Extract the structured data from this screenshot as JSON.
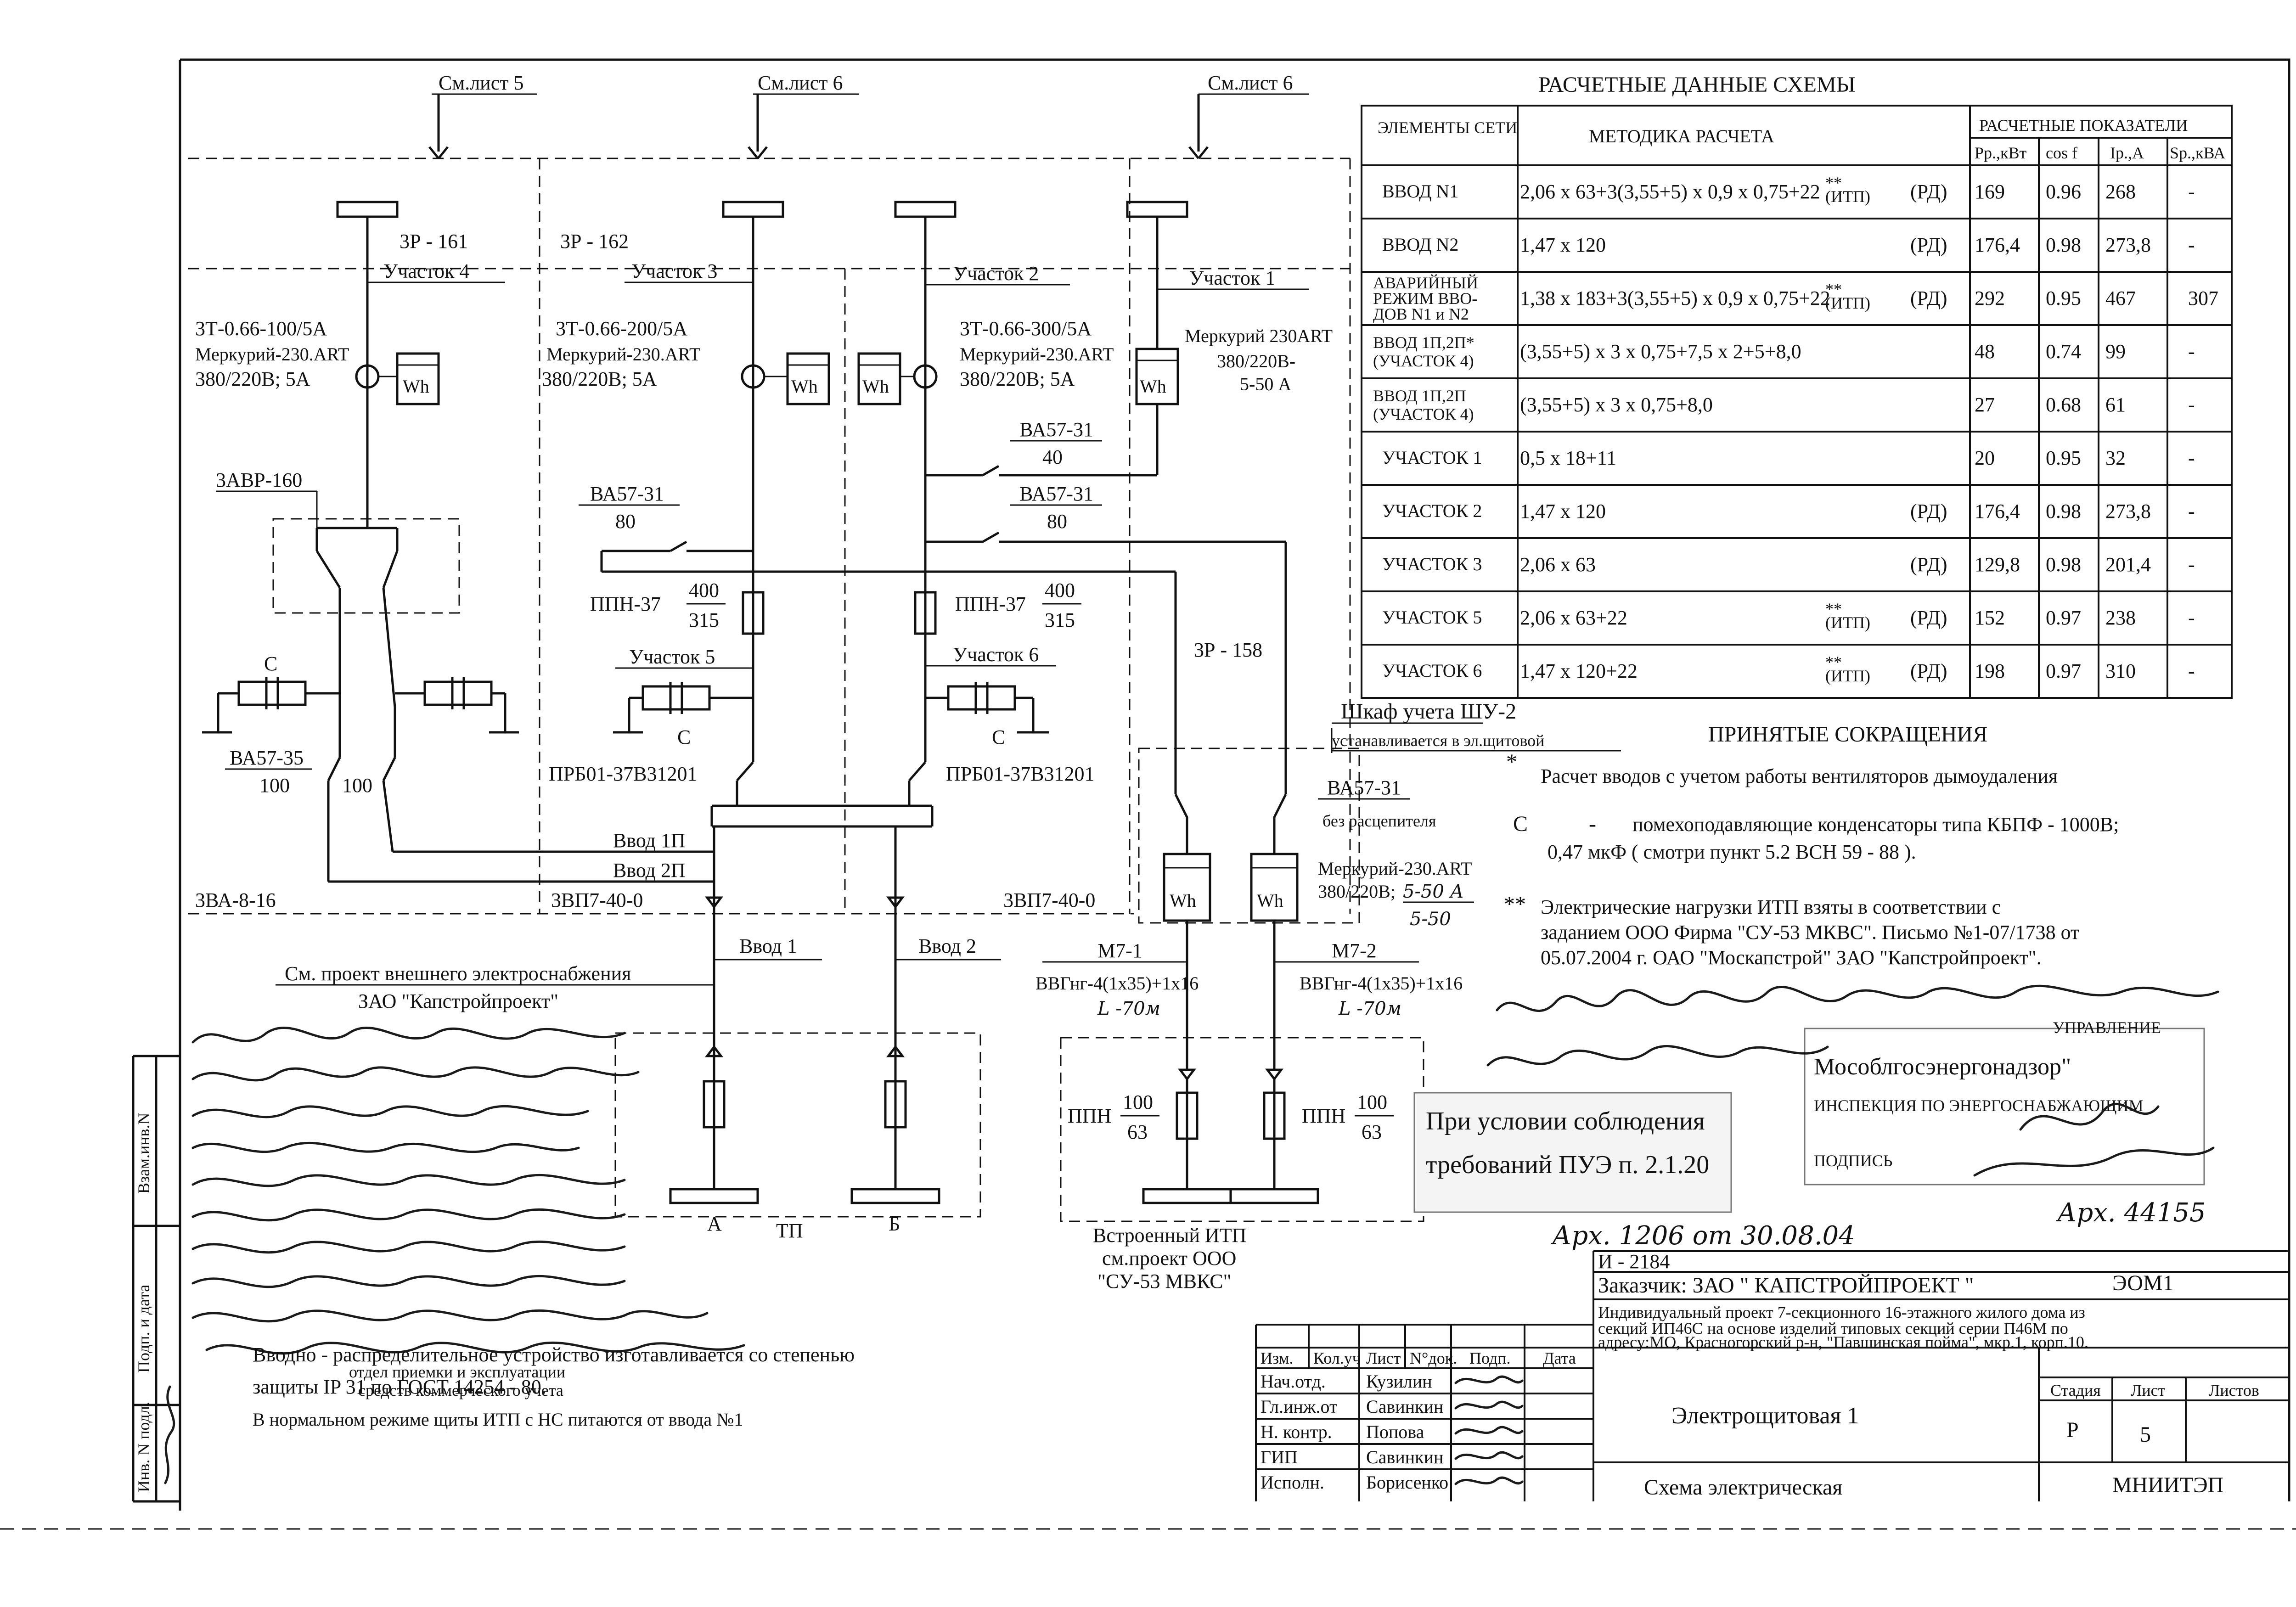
{
  "sheet_refs": {
    "top_left": "См.лист 5",
    "top_mid": "См.лист 6",
    "top_right": "См.лист 6"
  },
  "breakers": {
    "zr161": "3Р - 161",
    "zr162": "3Р - 162",
    "zr158": "3Р - 158",
    "zavr": "3АВР-160",
    "va5731_a": "ВА57-31",
    "va5731_a_val": "40",
    "va5731_b": "ВА57-31",
    "va5731_b_val": "80",
    "va5731_c": "ВА57-31",
    "va5731_c_val": "80",
    "va5735": "ВА57-35",
    "va5735_v1": "100",
    "va5735_v2": "100",
    "va5731_d": "ВА57-31",
    "va5731_d_note": "без расцепителя",
    "ppn37_1": "ППН-37",
    "ppn37_1_n": "400",
    "ppn37_1_d": "315",
    "ppn37_2": "ППН-37",
    "ppn37_2_n": "400",
    "ppn37_2_d": "315",
    "prb_1": "ПРБ01-37В31201",
    "prb_2": "ПРБ01-37В31201",
    "ppn_l": "ППН",
    "ppn_l_n": "100",
    "ppn_l_d": "63",
    "ppn_r": "ППН",
    "ppn_r_n": "100",
    "ppn_r_d": "63"
  },
  "sections": {
    "s1": "Участок 1",
    "s2": "Участок 2",
    "s3": "Участок 3",
    "s4": "Участок 4",
    "s5": "Участок 5",
    "s6": "Участок 6"
  },
  "meters": {
    "m4_ct": "3Т-0.66-100/5А",
    "m4_name": "Меркурий-230.ART",
    "m4_v": "380/220В; 5А",
    "m3_ct": "3Т-0.66-200/5А",
    "m3_name": "Меркурий-230.ART",
    "m3_v": "380/220В; 5А",
    "m2_ct": "3Т-0.66-300/5А",
    "m2_name": "Меркурий-230.ART",
    "m2_v": "380/220В; 5А",
    "m1_name": "Меркурий 230ART",
    "m1_v": "380/220В-",
    "m1_a": "5-50 А",
    "shu_name": "Меркурий-230.ART",
    "shu_v": "380/220В;",
    "shu_a": "5-50 А",
    "shu_a2": "5-50",
    "wh": "Wh"
  },
  "capacitor_label": "С",
  "inputs": {
    "v1p": "Ввод 1П",
    "v2p": "Ввод 2П",
    "v1": "Ввод 1",
    "v2": "Ввод 2"
  },
  "panels": {
    "zva": "3ВА-8-16",
    "zvp_1": "3ВП7-40-0",
    "zvp_2": "3ВП7-40-0"
  },
  "shu": {
    "title": "Шкаф учета ШУ-2",
    "note": "устанавливается в эл.щитовой"
  },
  "external": {
    "line1": "См. проект внешнего электроснабжения",
    "line2": "ЗАО \"Капстройпроект\""
  },
  "cables": {
    "m71": "М7-1",
    "m72": "М7-2",
    "c1": "ВВГнг-4(1х35)+1х16",
    "c2": "ВВГнг-4(1х35)+1х16",
    "len1": "L -70м",
    "len2": "L -70м"
  },
  "tp": {
    "a": "А",
    "b": "Б",
    "label": "ТП"
  },
  "itp": {
    "l1": "Встроенный ИТП",
    "l2": "см.проект ООО",
    "l3": "\"СУ-53 МВКС\""
  },
  "table": {
    "title": "РАСЧЕТНЫЕ ДАННЫЕ СХЕМЫ",
    "h_elem": "ЭЛЕМЕНТЫ СЕТИ",
    "h_method": "МЕТОДИКА РАСЧЕТА",
    "h_group": "РАСЧЕТНЫЕ ПОКАЗАТЕЛИ",
    "h_pp": "Рр.,кВт",
    "h_cos": "cos f",
    "h_ip": "Iр.,А",
    "h_sp": "Sр.,кВА",
    "rows": [
      {
        "elem": [
          "ВВОД N1"
        ],
        "method": "2,06 х 63+3(3,55+5) х 0,9 х 0,75+22",
        "mark": "**",
        "sub": "(ИТП)",
        "rd": "(РД)",
        "pp": "169",
        "cos": "0.96",
        "ip": "268",
        "sp": "-"
      },
      {
        "elem": [
          "ВВОД N2"
        ],
        "method": "1,47 х 120",
        "mark": "",
        "sub": "",
        "rd": "(РД)",
        "pp": "176,4",
        "cos": "0.98",
        "ip": "273,8",
        "sp": "-"
      },
      {
        "elem": [
          "АВАРИЙНЫЙ",
          "РЕЖИМ ВВО-",
          "ДОВ N1 и N2"
        ],
        "method": "1,38 х 183+3(3,55+5) х 0,9 х 0,75+22",
        "mark": "**",
        "sub": "(ИТП)",
        "rd": "(РД)",
        "pp": "292",
        "cos": "0.95",
        "ip": "467",
        "sp": "307"
      },
      {
        "elem": [
          "ВВОД 1П,2П*",
          "(УЧАСТОК 4)"
        ],
        "method": "(3,55+5) х 3 х 0,75+7,5 х 2+5+8,0",
        "mark": "",
        "sub": "",
        "rd": "",
        "pp": "48",
        "cos": "0.74",
        "ip": "99",
        "sp": "-"
      },
      {
        "elem": [
          "ВВОД 1П,2П",
          "(УЧАСТОК 4)"
        ],
        "method": "(3,55+5) х 3 х 0,75+8,0",
        "mark": "",
        "sub": "",
        "rd": "",
        "pp": "27",
        "cos": "0.68",
        "ip": "61",
        "sp": "-"
      },
      {
        "elem": [
          "УЧАСТОК 1"
        ],
        "method": "0,5 х 18+11",
        "mark": "",
        "sub": "",
        "rd": "",
        "pp": "20",
        "cos": "0.95",
        "ip": "32",
        "sp": "-"
      },
      {
        "elem": [
          "УЧАСТОК 2"
        ],
        "method": "1,47 х 120",
        "mark": "",
        "sub": "",
        "rd": "(РД)",
        "pp": "176,4",
        "cos": "0.98",
        "ip": "273,8",
        "sp": "-"
      },
      {
        "elem": [
          "УЧАСТОК 3"
        ],
        "method": "2,06 х 63",
        "mark": "",
        "sub": "",
        "rd": "(РД)",
        "pp": "129,8",
        "cos": "0.98",
        "ip": "201,4",
        "sp": "-"
      },
      {
        "elem": [
          "УЧАСТОК 5"
        ],
        "method": "2,06 х 63+22",
        "mark": "**",
        "sub": "(ИТП)",
        "rd": "(РД)",
        "pp": "152",
        "cos": "0.97",
        "ip": "238",
        "sp": "-"
      },
      {
        "elem": [
          "УЧАСТОК 6"
        ],
        "method": "1,47 х 120+22",
        "mark": "**",
        "sub": "(ИТП)",
        "rd": "(РД)",
        "pp": "198",
        "cos": "0.97",
        "ip": "310",
        "sp": "-"
      }
    ]
  },
  "abbrev": {
    "title": "ПРИНЯТЫЕ СОКРАЩЕНИЯ",
    "n1_mark": "*",
    "n1": "Расчет вводов с учетом работы вентиляторов дымоудаления",
    "n2_mark": "С",
    "n2_dash": "-",
    "n2_a": "помехоподавляющие конденсаторы типа КБПФ - 1000В;",
    "n2_b": "0,47 мкФ ( смотри пункт 5.2 ВСН 59 - 88 ).",
    "n3_mark": "**",
    "n3_a": "Электрические нагрузки ИТП взяты в соответствии с",
    "n3_b": "заданием ООО Фирма \"СУ-53 МКВС\". Письмо №1-07/1738 от",
    "n3_c": "05.07.2004 г. ОАО \"Москапстрой\" ЗАО \"Капстройпроект\"."
  },
  "stamps": {
    "condition_1": "При условии соблюдения",
    "condition_2": "требований ПУЭ п. 2.1.20",
    "mosobl_1": "Мособлгосэнергонадзор\"",
    "mosobl_2": "ИНСПЕКЦИЯ ПО ЭНЕРГОСНАБЖАЮЩИМ",
    "mosobl_3": "УПРАВЛЕНИЕ",
    "mosobl_sign": "ПОДПИСЬ",
    "otdel_1": "отдел приемки и эксплуатации",
    "otdel_2": "средств коммерческого учета"
  },
  "arch": {
    "text": "Арх. 1206 от 30.08.04",
    "right": "Арх. 44155"
  },
  "bottom_notes": {
    "l1": "Вводно - распределительное устройство изготавливается со степенью",
    "l2": "защиты IP 31 по ГОСТ 14254 - 80.",
    "l3": "В нормальном режиме щиты ИТП с НС питаются от ввода №1"
  },
  "side_labels": {
    "vzam": "Взам.инв.N",
    "podp": "Подп. и дата",
    "inv": "Инв. N подл."
  },
  "title_block": {
    "code": "И - 2184",
    "customer": "Заказчик: ЗАО \" КАПСТРОЙПРОЕКТ \"",
    "doc": "ЭОМ1",
    "desc1": "Индивидуальный проект 7-секционного 16-этажного жилого дома из",
    "desc2": "секций ИП46С на основе изделий типовых секций серии П46М по",
    "desc3": "адресу:МО, Красногорский р-н, \"Павшинская пойма\", мкр.1, корп.10.",
    "h_izm": "Изм.",
    "h_kol": "Кол.уч",
    "h_list": "Лист",
    "h_ndok": "N°док.",
    "h_podp": "Подп.",
    "h_data": "Дата",
    "roles": [
      {
        "role": "Нач.отд.",
        "name": "Кузилин"
      },
      {
        "role": "Гл.инж.от",
        "name": "Савинкин"
      },
      {
        "role": "Н. контр.",
        "name": "Попова"
      },
      {
        "role": "ГИП",
        "name": "Савинкин"
      },
      {
        "role": "Исполн.",
        "name": "Борисенко"
      }
    ],
    "sheet_name": "Электрощитовая 1",
    "h_stage": "Стадия",
    "h_sheet": "Лист",
    "h_sheets": "Листов",
    "stage": "Р",
    "sheet": "5",
    "scheme": "Схема электрическая",
    "org": "МНИИТЭП"
  },
  "colors": {
    "ink": "#111111",
    "paper": "#ffffff"
  }
}
